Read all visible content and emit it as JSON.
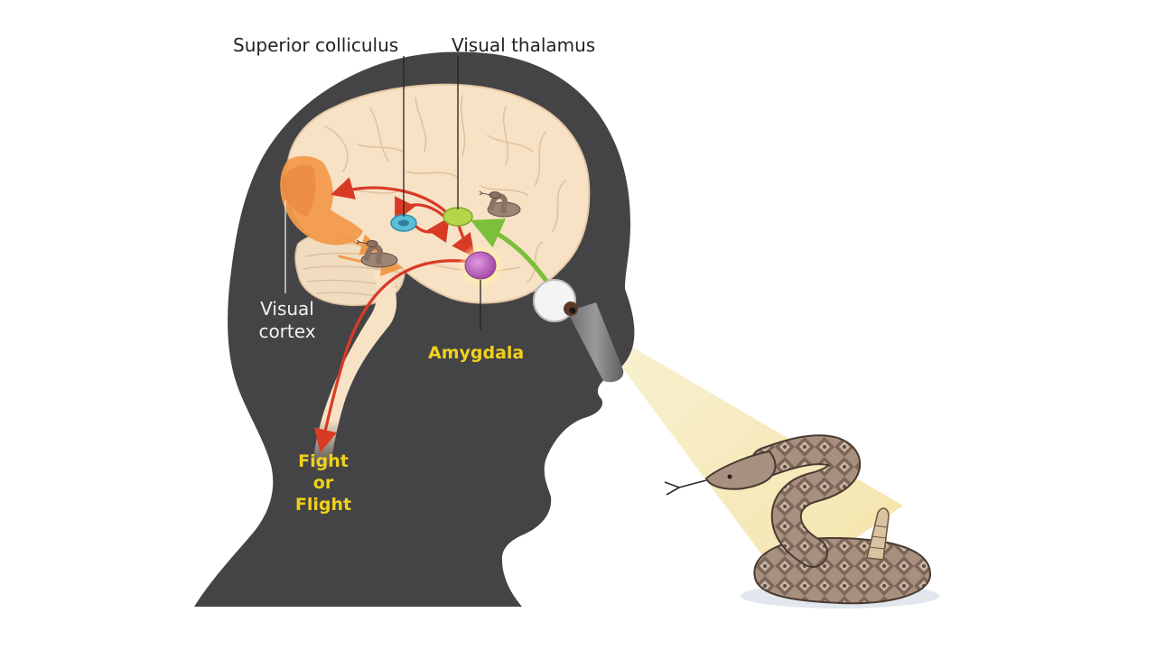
{
  "labels": {
    "superior_colliculus": "Superior colliculus",
    "visual_thalamus": "Visual thalamus",
    "visual_cortex_line1": "Visual",
    "visual_cortex_line2": "cortex",
    "amygdala": "Amygdala",
    "fight_line1": "Fight",
    "fight_line2": "or",
    "fight_line3": "Flight"
  },
  "colors": {
    "head": "#444446",
    "brain": "#f7e2c6",
    "brain_outline": "#e5c8a4",
    "visual_cortex": "#f29a4c",
    "pathway_arrow": "#d93a26",
    "optic_arrow": "#7cbf3a",
    "colliculus": "#59bfd6",
    "thalamus": "#b4d64a",
    "amygdala": "#b75bb8",
    "label_yellow": "#f0d11a",
    "light_beam": "#f6e9b4",
    "snake": "#9c8574"
  }
}
